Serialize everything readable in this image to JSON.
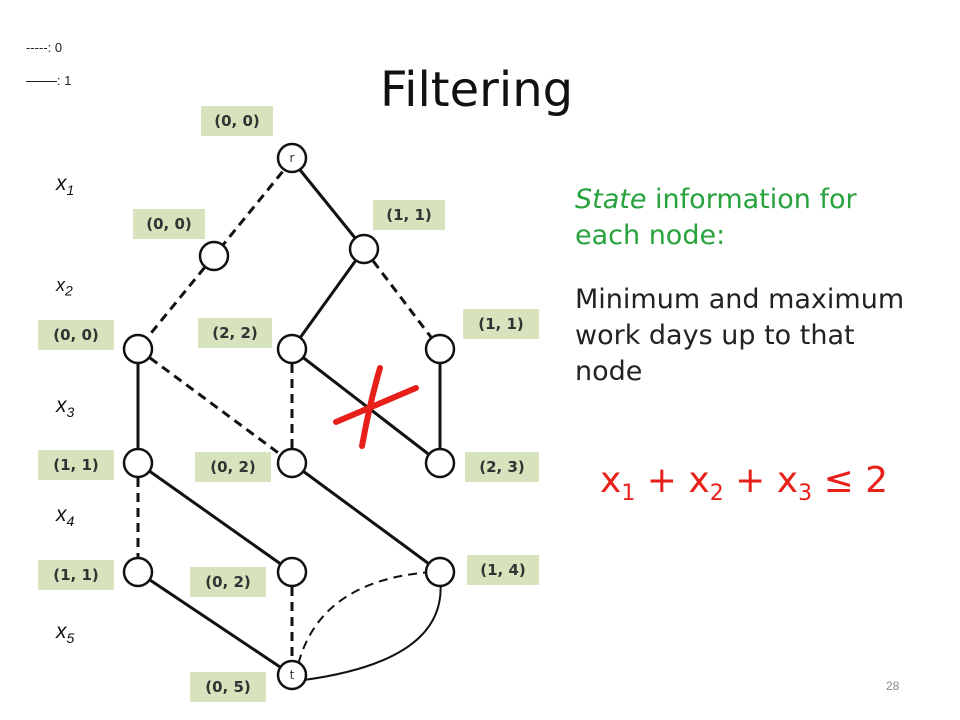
{
  "legend": {
    "dashed": "-----: 0",
    "solid": ": 1"
  },
  "title": "Filtering",
  "variables": [
    {
      "base": "x",
      "sub": "1"
    },
    {
      "base": "x",
      "sub": "2"
    },
    {
      "base": "x",
      "sub": "3"
    },
    {
      "base": "x",
      "sub": "4"
    },
    {
      "base": "x",
      "sub": "5"
    }
  ],
  "node_labels": {
    "root": "r",
    "terminal": "t"
  },
  "states": {
    "r": "(0, 0)",
    "a": "(0, 0)",
    "b": "(1, 1)",
    "c": "(0, 0)",
    "d": "(2, 2)",
    "e": "(1, 1)",
    "f": "(1, 1)",
    "g": "(0, 2)",
    "h": "(2, 3)",
    "i": "(1, 1)",
    "j": "(0, 2)",
    "k": "(1, 4)",
    "t": "(0, 5)"
  },
  "description": {
    "state_word": "State",
    "line1_rest": " information for each node:",
    "line2": "Minimum and maximum work days up to that node"
  },
  "constraint": {
    "x": "x",
    "plus": " + ",
    "sub1": "1",
    "sub2": "2",
    "sub3": "3",
    "rhs": " ≤ 2"
  },
  "page_number": "28",
  "colors": {
    "state_box": "#d6e3bc",
    "accent_green": "#27a23c",
    "constraint_red": "#e8201a",
    "cross": "#e8201a"
  }
}
